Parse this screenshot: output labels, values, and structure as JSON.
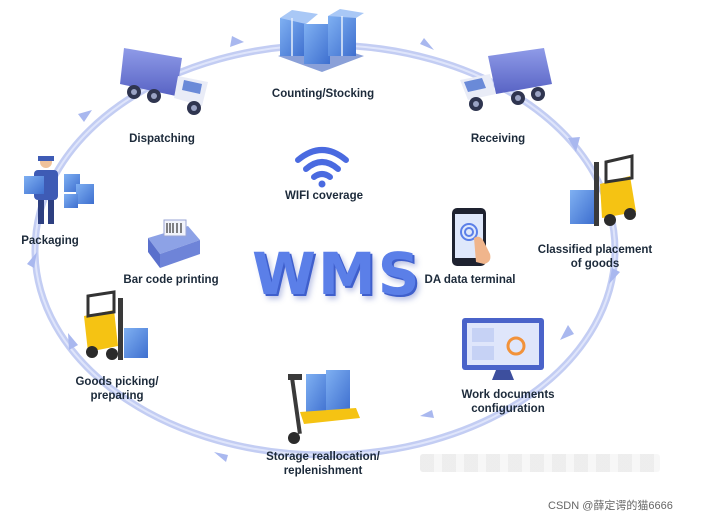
{
  "center_label": "WMS",
  "nodes": {
    "counting": {
      "label": "Counting/Stocking"
    },
    "receiving": {
      "label": "Receiving"
    },
    "classified": {
      "line1": "Classified placement",
      "line2": "of goods"
    },
    "work_docs": {
      "line1": "Work documents",
      "line2": "configuration"
    },
    "storage": {
      "line1": "Storage reallocation/",
      "line2": "replenishment"
    },
    "picking": {
      "line1": "Goods picking/",
      "line2": "preparing"
    },
    "packaging": {
      "label": "Packaging"
    },
    "dispatching": {
      "label": "Dispatching"
    }
  },
  "inner": {
    "wifi": {
      "label": "WIFI coverage"
    },
    "barcode": {
      "label": "Bar code printing"
    },
    "terminal": {
      "label": "DA data terminal"
    }
  },
  "watermark": "CSDN @薛定谔的猫6666",
  "colors": {
    "ring": "#c3cdf3",
    "accent": "#5b7fe8",
    "box": "#5c8fe0",
    "forklift": "#f5c313"
  }
}
